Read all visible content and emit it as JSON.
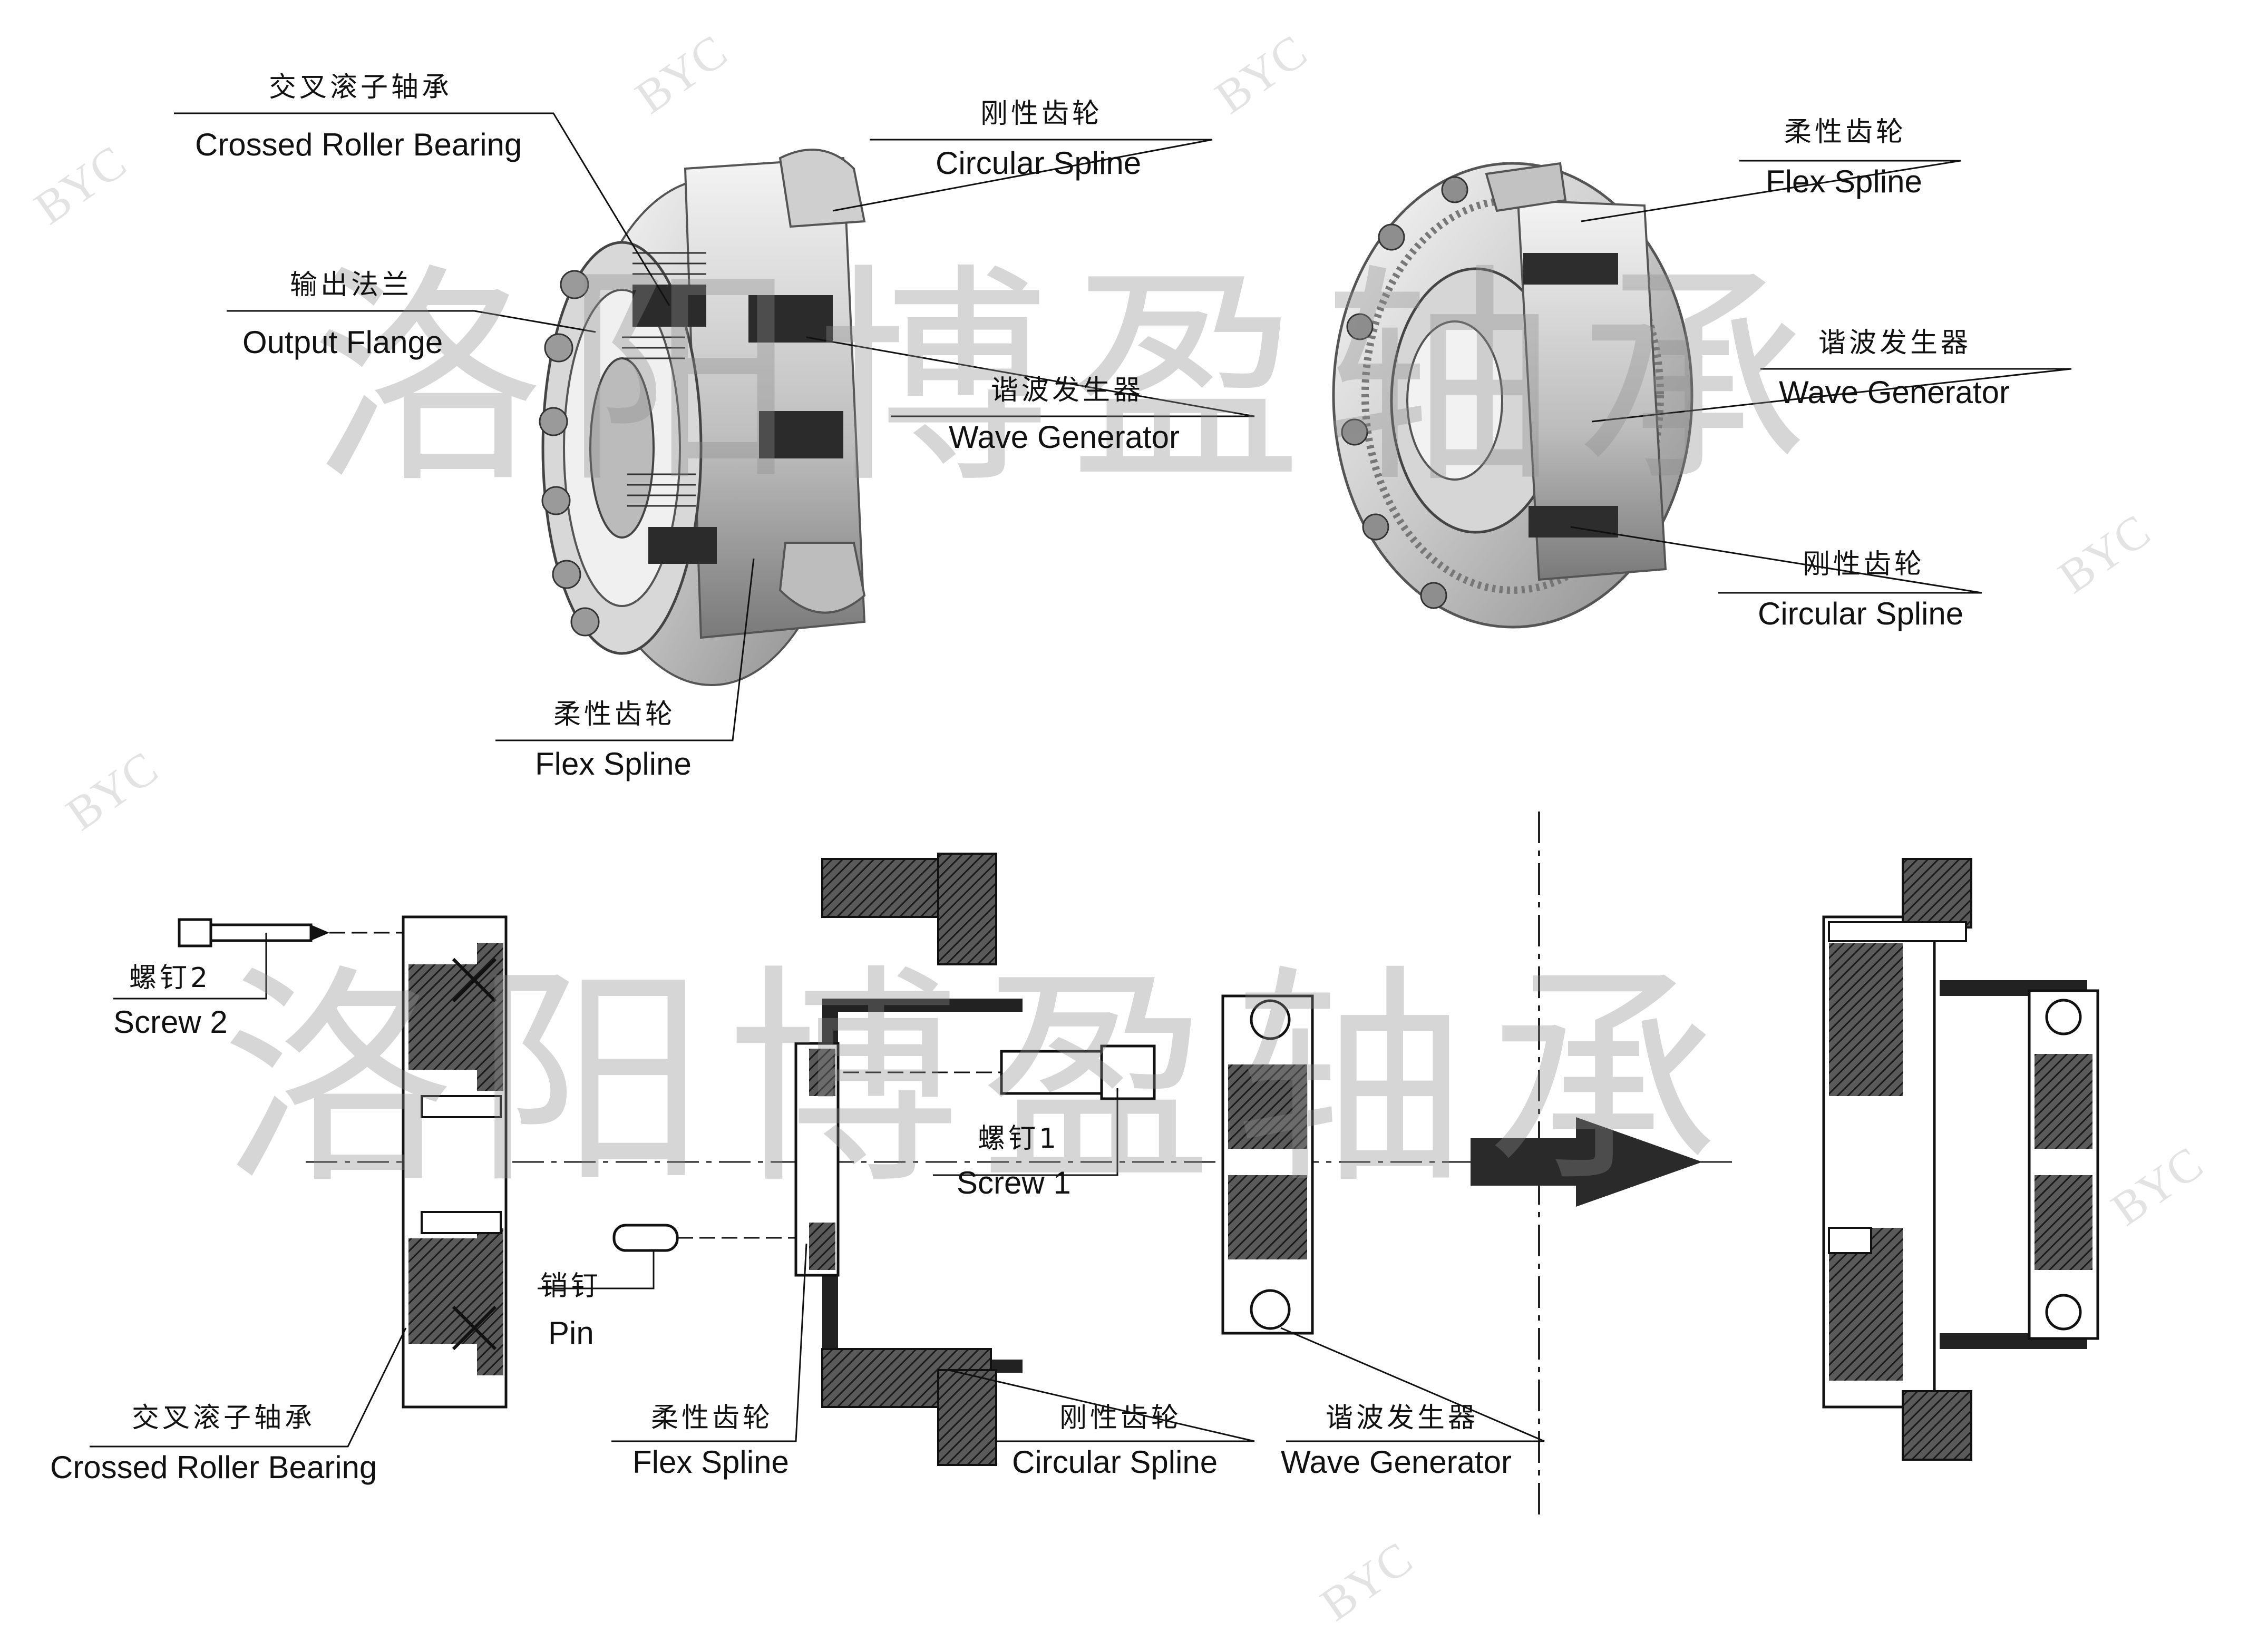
{
  "colors": {
    "ink": "#111111",
    "part_fill": "#444444",
    "metal_light": "#e6e6e6",
    "metal_mid": "#b4b4b4",
    "watermark": "#8c8c8c"
  },
  "watermark": {
    "text": "洛阳博盈轴承",
    "brand": "BYC"
  },
  "top_left_labels": {
    "crossed_roller_bearing_cn": "交叉滚子轴承",
    "crossed_roller_bearing_en": "Crossed Roller Bearing",
    "output_flange_cn": "输出法兰",
    "output_flange_en": "Output  Flange",
    "circular_spline_cn": "刚性齿轮",
    "circular_spline_en": "Circular Spline",
    "wave_generator_cn": "谐波发生器",
    "wave_generator_en": "Wave Generator",
    "flex_spline_cn": "柔性齿轮",
    "flex_spline_en": "Flex Spline"
  },
  "top_right_labels": {
    "flex_spline_cn": "柔性齿轮",
    "flex_spline_en": "Flex Spline",
    "wave_generator_cn": "谐波发生器",
    "wave_generator_en": "Wave Generator",
    "circular_spline_cn": "刚性齿轮",
    "circular_spline_en": "Circular Spline"
  },
  "bottom_labels": {
    "screw2_cn": "螺钉2",
    "screw2_en": "Screw 2",
    "screw1_cn": "螺钉1",
    "screw1_en": "Screw 1",
    "pin_cn": "销钉",
    "pin_en": "Pin",
    "crossed_roller_bearing_cn": "交叉滚子轴承",
    "crossed_roller_bearing_en": "Crossed Roller Bearing",
    "flex_spline_cn": "柔性齿轮",
    "flex_spline_en": "Flex Spline",
    "circular_spline_cn": "刚性齿轮",
    "circular_spline_en": "Circular Spline",
    "wave_generator_cn": "谐波发生器",
    "wave_generator_en": "Wave Generator"
  }
}
